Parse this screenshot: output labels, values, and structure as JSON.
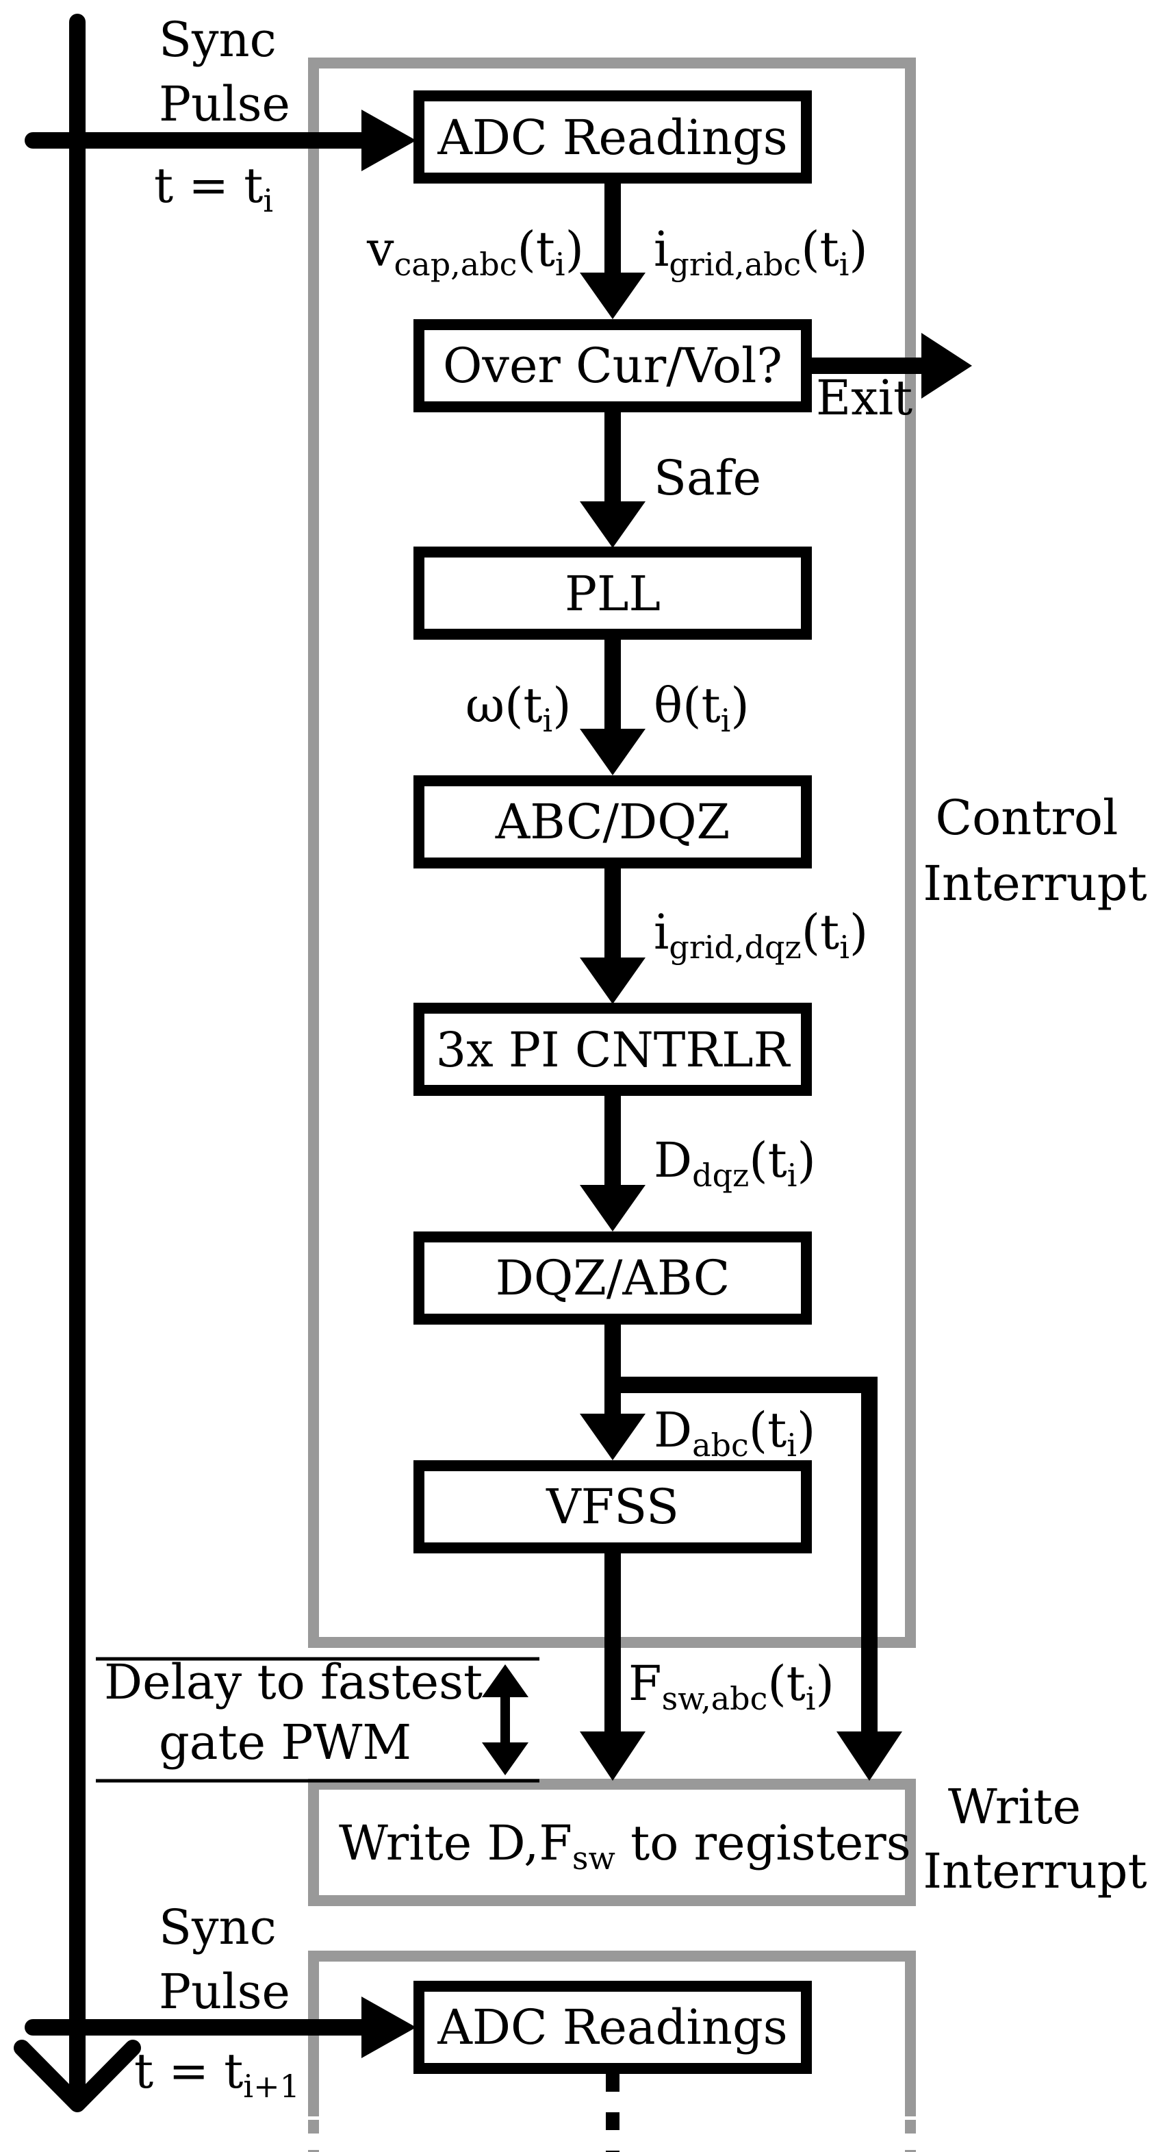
{
  "diagram": {
    "timeline": {
      "top_sync": {
        "line1": "Sync",
        "line2": "Pulse",
        "time": "t = t",
        "time_sub": "i"
      },
      "bottom_sync": {
        "line1": "Sync",
        "line2": "Pulse",
        "time": "t = t",
        "time_sub": "i+1"
      }
    },
    "groups": {
      "control_interrupt": {
        "line1": "Control",
        "line2": "Interrupt"
      },
      "write_interrupt": {
        "line1": "Write",
        "line2": "Interrupt"
      }
    },
    "blocks": {
      "adc_readings": "ADC Readings",
      "over_cur_vol": "Over Cur/Vol?",
      "pll": "PLL",
      "abc_dqz": "ABC/DQZ",
      "pi_cntrlr": "3x PI CNTRLR",
      "dqz_abc": "DQZ/ABC",
      "vfss": "VFSS",
      "write_registers_pre": "Write D,F",
      "write_registers_sub": "sw",
      "write_registers_post": " to registers",
      "adc_readings_next": "ADC Readings"
    },
    "signals": {
      "v_cap": {
        "main": "v",
        "sub": "cap,abc",
        "arg": "(t",
        "arg_sub": "i",
        "close": ")"
      },
      "i_grid": {
        "main": "i",
        "sub": "grid,abc",
        "arg": "(t",
        "arg_sub": "i",
        "close": ")"
      },
      "exit": "Exit",
      "safe": "Safe",
      "omega": {
        "main": "ω(t",
        "arg_sub": "i",
        "close": ")"
      },
      "theta": {
        "main": "θ(t",
        "arg_sub": "i",
        "close": ")"
      },
      "i_grid_dqz": {
        "main": "i",
        "sub": "grid,dqz",
        "arg": "(t",
        "arg_sub": "i",
        "close": ")"
      },
      "d_dqz": {
        "main": "D",
        "sub": "dqz",
        "arg": "(t",
        "arg_sub": "i",
        "close": ")"
      },
      "d_abc": {
        "main": "D",
        "sub": "abc",
        "arg": "(t",
        "arg_sub": "i",
        "close": ")"
      },
      "f_sw_abc": {
        "main": "F",
        "sub": "sw,abc",
        "arg": "(t",
        "arg_sub": "i",
        "close": ")"
      }
    },
    "delay_note": {
      "line1": "Delay to fastest",
      "line2": "gate PWM"
    }
  }
}
